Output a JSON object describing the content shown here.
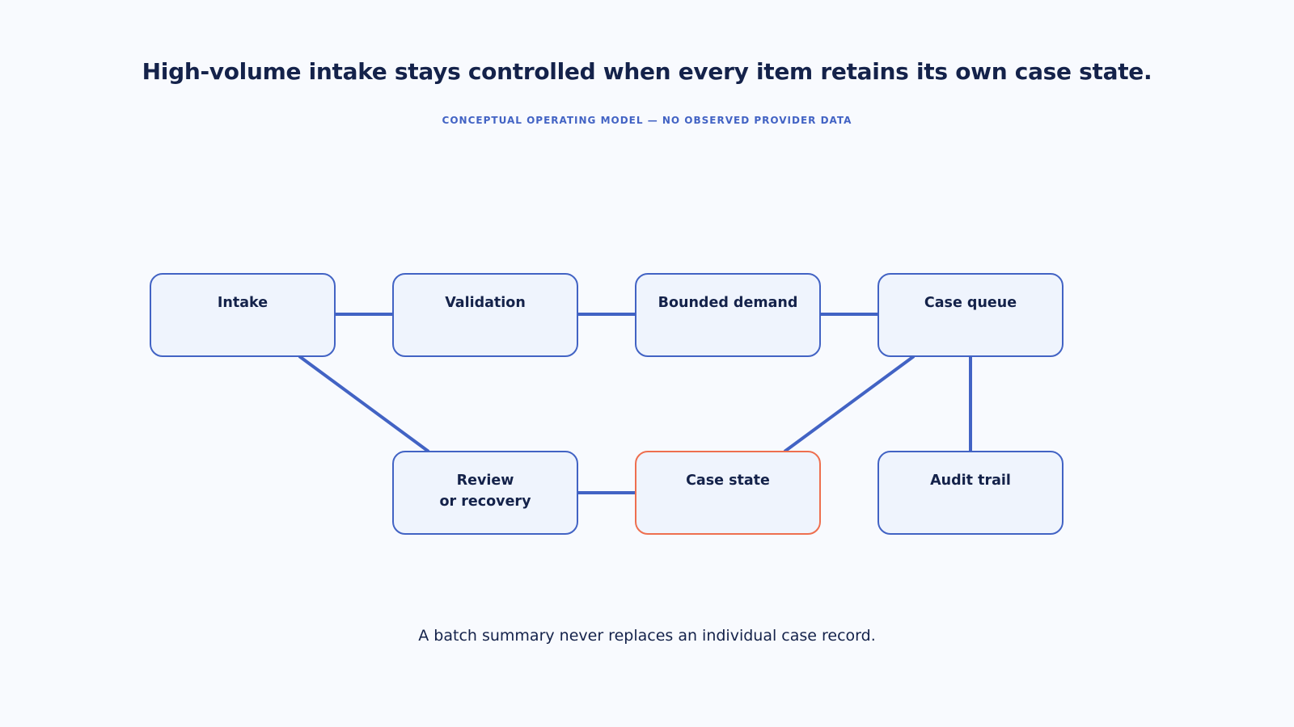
{
  "title": "High-volume intake stays controlled when every item retains its own case state.",
  "subtitle": "CONCEPTUAL OPERATING MODEL — NO OBSERVED PROVIDER DATA",
  "colors": {
    "node_border": "#4263c4",
    "node_fill": "#eff4fd",
    "highlight_border": "#ee6f4f",
    "connector": "#4263c4",
    "text": "#14224a",
    "background": "#f8fafe"
  },
  "nodes": {
    "intake": "Intake",
    "validation": "Validation",
    "bounded_demand": "Bounded demand",
    "case_queue": "Case queue",
    "review_recovery": "Review\nor recovery",
    "case_state": "Case state",
    "audit_trail": "Audit trail"
  },
  "connections": [
    [
      "intake",
      "validation"
    ],
    [
      "validation",
      "bounded_demand"
    ],
    [
      "bounded_demand",
      "case_queue"
    ],
    [
      "intake",
      "review_recovery"
    ],
    [
      "review_recovery",
      "case_state"
    ],
    [
      "case_queue",
      "case_state"
    ],
    [
      "case_queue",
      "audit_trail"
    ]
  ],
  "highlighted_node": "case_state",
  "footer": "A batch summary never replaces an individual case record."
}
